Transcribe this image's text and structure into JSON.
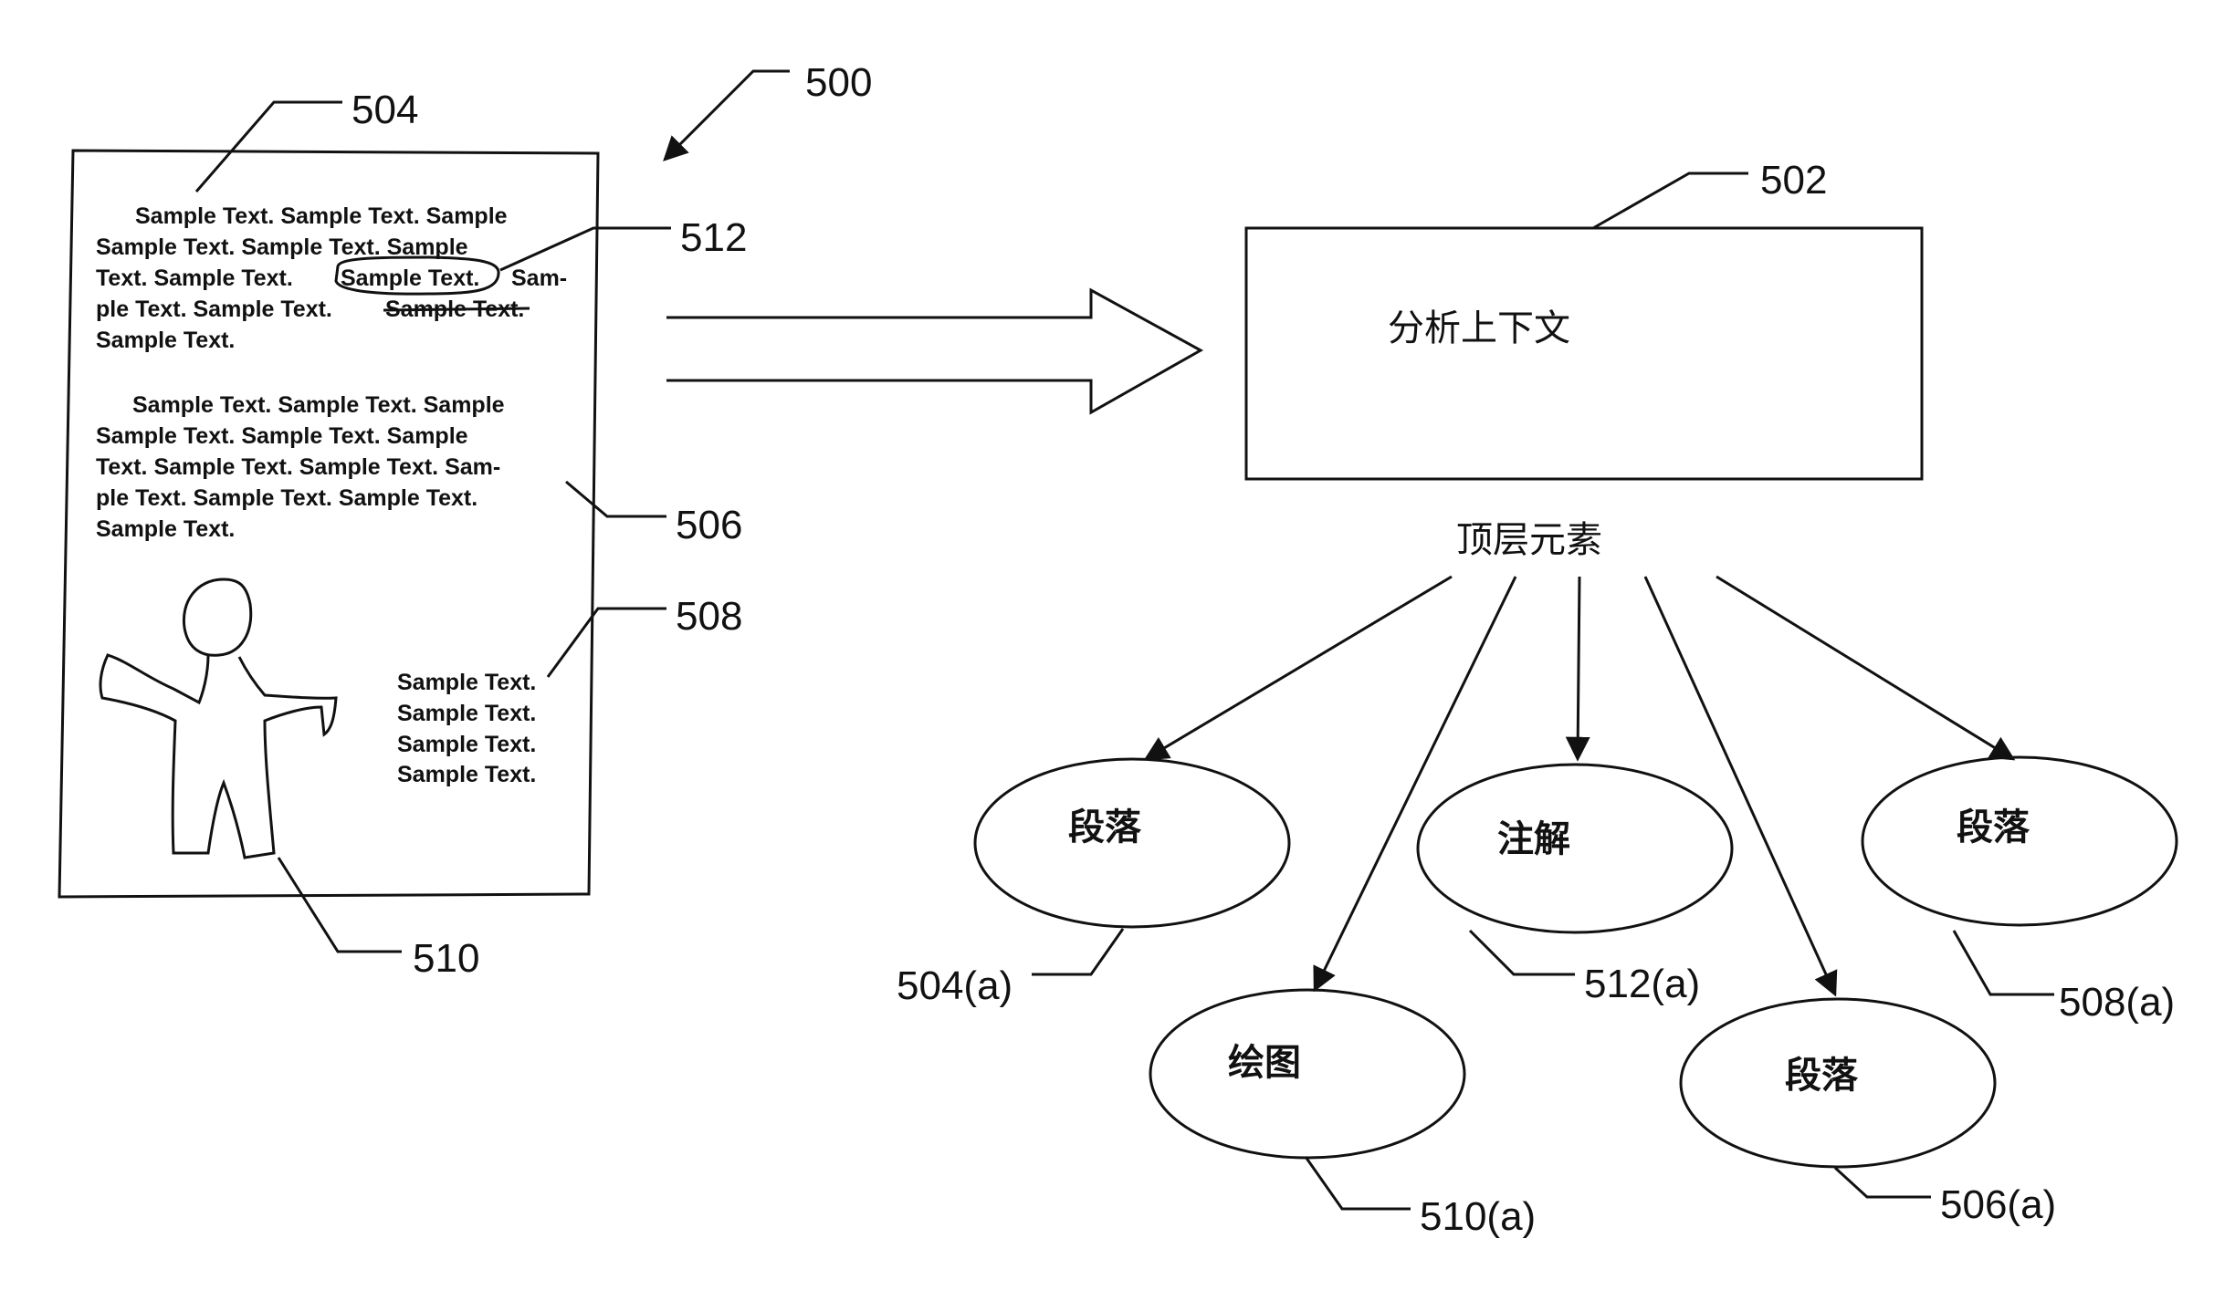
{
  "figure_label": "500",
  "document": {
    "label": "504",
    "paragraph1_lines": [
      "Sample Text.  Sample Text.  Sample",
      "Sample Text.  Sample Text.  Sample",
      "Text.  Sample Text.",
      "Sam-",
      "ple Text.  Sample Text.",
      "Sample Text.",
      "Sample Text."
    ],
    "annotated_text": "Sample Text.",
    "paragraph2_lines": [
      "Sample Text.  Sample Text.  Sample",
      "Sample Text.  Sample Text.  Sample",
      "Text.  Sample Text.  Sample Text.  Sam-",
      "ple Text.  Sample Text.  Sample Text.",
      "Sample Text."
    ],
    "paragraph3_lines": [
      "Sample Text.",
      "Sample Text.",
      "Sample Text.",
      "Sample Text."
    ],
    "callouts": {
      "annotation": "512",
      "paragraph2": "506",
      "paragraph3": "508",
      "drawing": "510"
    }
  },
  "analysis_box": {
    "label": "502",
    "text": "分析上下文"
  },
  "root_node": {
    "text": "顶层元素"
  },
  "nodes": [
    {
      "id": "504a",
      "text": "段落",
      "label": "504(a)"
    },
    {
      "id": "512a",
      "text": "注解",
      "label": "512(a)"
    },
    {
      "id": "508a",
      "text": "段落",
      "label": "508(a)"
    },
    {
      "id": "510a",
      "text": "绘图",
      "label": "510(a)"
    },
    {
      "id": "506a",
      "text": "段落",
      "label": "506(a)"
    }
  ]
}
